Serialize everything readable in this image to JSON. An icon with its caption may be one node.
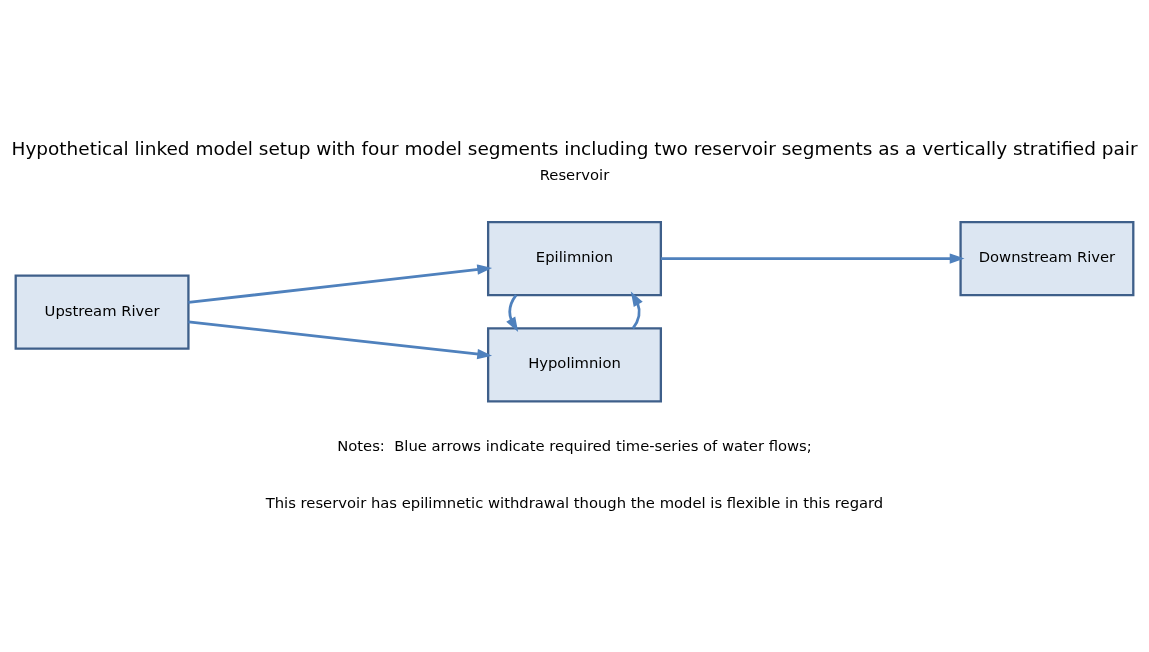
{
  "diagram": {
    "title": "Hypothetical linked model setup with four model segments including two reservoir segments as a vertically stratified pair",
    "nodes": [
      {
        "text": [
          "Upstream River"
        ]
      },
      {
        "text": [
          "Epilimnion"
        ]
      },
      {
        "text": [
          "Hypolimnion"
        ]
      },
      {
        "text": [
          "Downstream River"
        ]
      }
    ],
    "edges": [
      {
        "from": 0,
        "to": 1,
        "arrow": "to"
      },
      {
        "from": 0,
        "to": 2,
        "arrow": "to"
      },
      {
        "from": 1,
        "to": 3,
        "arrow": "to"
      },
      {
        "from": 2,
        "to": 1,
        "arrow": "to"
      },
      {
        "from": 1,
        "to": 2,
        "arrow": "to"
      }
    ],
    "labels": [
      "Reservoir",
      "Notes:  Blue arrows indicate required time-series of water flows;",
      "This reservoir has epilimnetic withdrawal though the model is flexible in this regard"
    ]
  }
}
